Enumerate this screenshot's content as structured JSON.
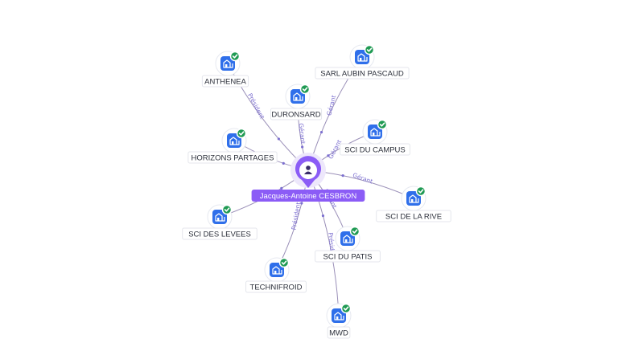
{
  "center": {
    "name": "Jacques-Antoine CESBRON",
    "icon": "person-icon"
  },
  "companies": [
    {
      "id": "anthenea",
      "name": "ANTHENEA",
      "role": "Président",
      "icon": "building-icon",
      "verified": true
    },
    {
      "id": "duronsard",
      "name": "DURONSARD",
      "role": "Gérant",
      "icon": "building-icon",
      "verified": true
    },
    {
      "id": "sarl-aubin",
      "name": "SARL AUBIN PASCAUD",
      "role": "Gérant",
      "icon": "building-icon",
      "verified": true
    },
    {
      "id": "horizons",
      "name": "HORIZONS PARTAGES",
      "role": "",
      "icon": "building-icon",
      "verified": true
    },
    {
      "id": "sci-campus",
      "name": "SCI DU CAMPUS",
      "role": "Gérant",
      "icon": "building-icon",
      "verified": true
    },
    {
      "id": "sci-rive",
      "name": "SCI DE LA RIVE",
      "role": "Gérant",
      "icon": "building-icon",
      "verified": true
    },
    {
      "id": "sci-levees",
      "name": "SCI DES LEVEES",
      "role": "",
      "icon": "building-icon",
      "verified": true
    },
    {
      "id": "sci-patis",
      "name": "SCI DU PATIS",
      "role": "Gérant",
      "icon": "building-icon",
      "verified": true
    },
    {
      "id": "technifroid",
      "name": "TECHNIFROID",
      "role": "Président",
      "icon": "building-icon",
      "verified": true
    },
    {
      "id": "mwd",
      "name": "MWD",
      "role": "Présid",
      "icon": "building-icon",
      "verified": true
    }
  ],
  "colors": {
    "accent": "#8b5cf6",
    "node": "#2f6fea",
    "verified": "#1f9a53",
    "edge_label": "#7c6fd0"
  }
}
